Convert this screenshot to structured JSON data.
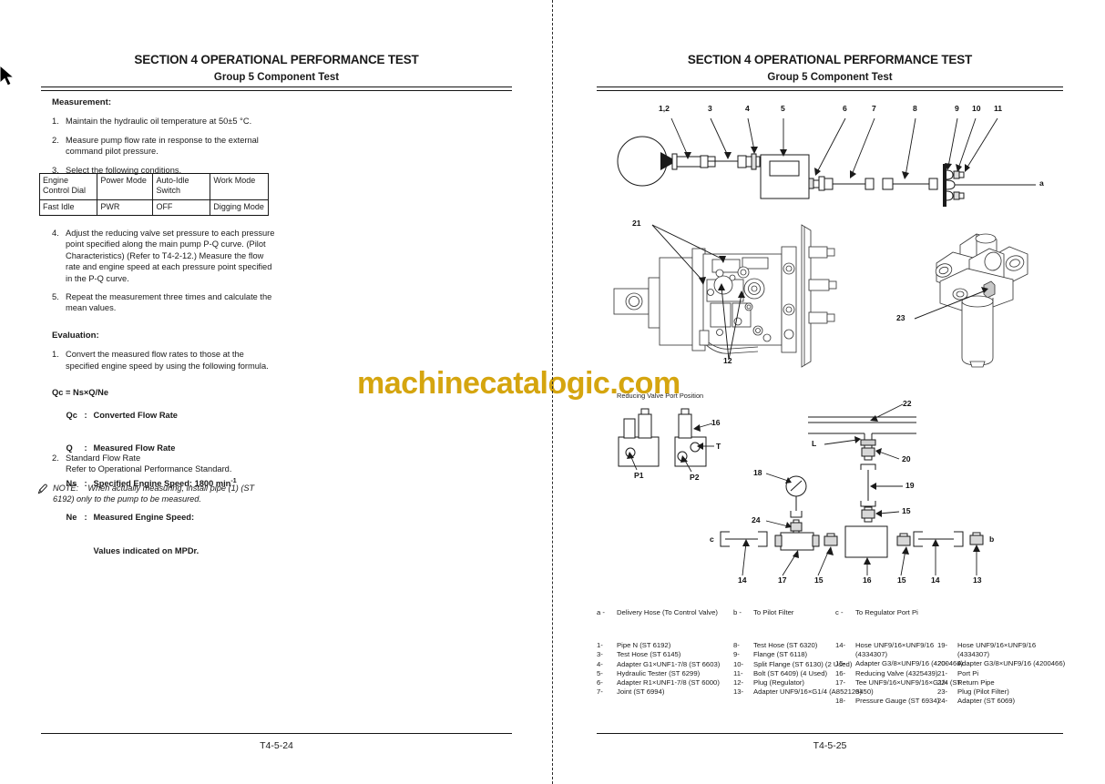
{
  "document": {
    "watermark": "machinecatalogic.com"
  },
  "left_page": {
    "header": {
      "title": "SECTION 4 OPERATIONAL PERFORMANCE TEST",
      "subtitle": "Group 5 Component Test"
    },
    "measurement": {
      "heading": "Measurement:",
      "steps": [
        {
          "num": "1.",
          "text": "Maintain the hydraulic oil temperature at 50±5 °C."
        },
        {
          "num": "2.",
          "text": "Measure pump flow rate in response to the external command pilot pressure."
        },
        {
          "num": "3.",
          "text": "Select the following conditions."
        }
      ],
      "steps_after_table": [
        {
          "num": "4.",
          "text": "Adjust the reducing valve set pressure to each pressure point specified along the main pump P-Q curve. (Pilot Characteristics) (Refer to T4-2-12.) Measure the flow rate and engine speed at each pressure point specified in the P-Q curve."
        },
        {
          "num": "5.",
          "text": "Repeat the measurement three times and calculate the mean values."
        }
      ]
    },
    "conditions_table": {
      "headers": [
        "Engine Control Dial",
        "Power Mode",
        "Auto-Idle Switch",
        "Work Mode"
      ],
      "rows": [
        [
          "Fast Idle",
          "PWR",
          "OFF",
          "Digging Mode"
        ]
      ]
    },
    "evaluation": {
      "heading": "Evaluation:",
      "steps": [
        {
          "num": "1.",
          "text": "Convert the measured flow rates to those at the specified engine speed by using the following formula."
        }
      ],
      "formula": {
        "equation": "Qc = Ns×Q/Ne",
        "lines": [
          {
            "sym": "Qc",
            "sep": ":",
            "desc": "Converted Flow Rate"
          },
          {
            "sym": "Q",
            "sep": ":",
            "desc": "Measured Flow Rate"
          },
          {
            "sym": "Ns",
            "sep": ":",
            "desc": "Specified Engine Speed: 1800 min",
            "sup": "-1"
          },
          {
            "sym": "Ne",
            "sep": ":",
            "desc": "Measured Engine Speed:"
          },
          {
            "sym": "",
            "sep": "",
            "desc": "Values indicated on MPDr."
          }
        ]
      },
      "step2": {
        "num": "2.",
        "title": "Standard Flow Rate",
        "text": "Refer to Operational Performance Standard."
      }
    },
    "note": {
      "keyword": "NOTE:",
      "text": "When actually measuring, install pipe (1) (ST 6192) only to the pump to be measured."
    },
    "footer": {
      "page": "T4-5-24"
    }
  },
  "right_page": {
    "header": {
      "title": "SECTION 4 OPERATIONAL PERFORMANCE TEST",
      "subtitle": "Group 5 Component Test"
    },
    "diagrams": {
      "top": {
        "id": "T173-04-04-002",
        "callouts": [
          "1,2",
          "3",
          "4",
          "5",
          "6",
          "7",
          "8",
          "9",
          "10",
          "11"
        ],
        "port_label": "a"
      },
      "pump": {
        "id": "TDAD-01-02-005",
        "callouts": [
          "21",
          "12"
        ]
      },
      "filter": {
        "id": "T178-03-07-001",
        "callouts": [
          "23"
        ]
      },
      "bottom": {
        "id": "TDC1-04-05-001",
        "caption": "Reducing Valve Port Position",
        "port_labels": [
          "P1",
          "P2",
          "T",
          "L",
          "b",
          "c"
        ],
        "callouts": [
          "16",
          "22",
          "20",
          "18",
          "19",
          "24",
          "15",
          "14",
          "17",
          "13"
        ]
      }
    },
    "legend": {
      "letters": [
        {
          "key": "a -",
          "text": "Delivery Hose (To Control Valve)"
        },
        {
          "key": "b -",
          "text": "To Pilot Filter"
        },
        {
          "key": "c -",
          "text": "To Regulator Port Pi"
        }
      ],
      "columns": [
        [
          {
            "key": "1-",
            "text": "Pipe N (ST 6192)"
          },
          {
            "key": "3-",
            "text": "Test Hose (ST 6145)"
          },
          {
            "key": "4-",
            "text": "Adapter G1×UNF1-7/8 (ST 6603)"
          },
          {
            "key": "5-",
            "text": "Hydraulic Tester (ST 6299)"
          },
          {
            "key": "6-",
            "text": "Adapter R1×UNF1-7/8 (ST 6000)"
          },
          {
            "key": "7-",
            "text": "Joint (ST 6994)"
          }
        ],
        [
          {
            "key": "8-",
            "text": "Test Hose (ST 6320)"
          },
          {
            "key": "9-",
            "text": "Flange (ST 6118)"
          },
          {
            "key": "10-",
            "text": "Split Flange (ST 6130) (2 Used)"
          },
          {
            "key": "11-",
            "text": "Bolt (ST 6409) (4 Used)"
          },
          {
            "key": "12-",
            "text": "Plug (Regulator)"
          },
          {
            "key": "13-",
            "text": "Adapter UNF9/16×G1/4 (A852123)"
          }
        ],
        [
          {
            "key": "14-",
            "text": "Hose UNF9/16×UNF9/16 (4334307)"
          },
          {
            "key": "15-",
            "text": "Adapter G3/8×UNF9/16 (4200466)"
          },
          {
            "key": "16-",
            "text": "Reducing Valve (4325439)"
          },
          {
            "key": "17-",
            "text": "Tee UNF9/16×UNF9/16×G1/4 (ST 6450)"
          },
          {
            "key": "18-",
            "text": "Pressure Gauge (ST 6934)"
          }
        ],
        [
          {
            "key": "19-",
            "text": "Hose UNF9/16×UNF9/16 (4334307)"
          },
          {
            "key": "20-",
            "text": "Adapter G3/8×UNF9/16 (4200466)"
          },
          {
            "key": "21-",
            "text": "Port Pi"
          },
          {
            "key": "22-",
            "text": "Return Pipe"
          },
          {
            "key": "23-",
            "text": "Plug (Pilot Filter)"
          },
          {
            "key": "24-",
            "text": "Adapter (ST 6069)"
          }
        ]
      ]
    },
    "footer": {
      "page": "T4-5-25"
    }
  }
}
